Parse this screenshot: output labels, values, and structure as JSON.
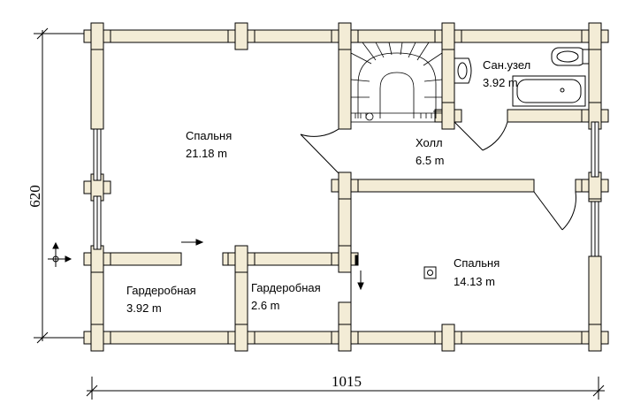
{
  "rooms": [
    {
      "name": "Спальня",
      "area": "21.18 m"
    },
    {
      "name": "Холл",
      "area": "6.5 m"
    },
    {
      "name": "Сан.узел",
      "area": "3.92 m"
    },
    {
      "name": "Спальня",
      "area": "14.13 m"
    },
    {
      "name": "Гардеробная",
      "area": "3.92 m"
    },
    {
      "name": "Гардеробная",
      "area": "2.6 m"
    }
  ],
  "dimensions": {
    "width": "1015",
    "height": "620"
  },
  "colors": {
    "wall_fill": "#f3ecd6",
    "line": "#000000"
  }
}
